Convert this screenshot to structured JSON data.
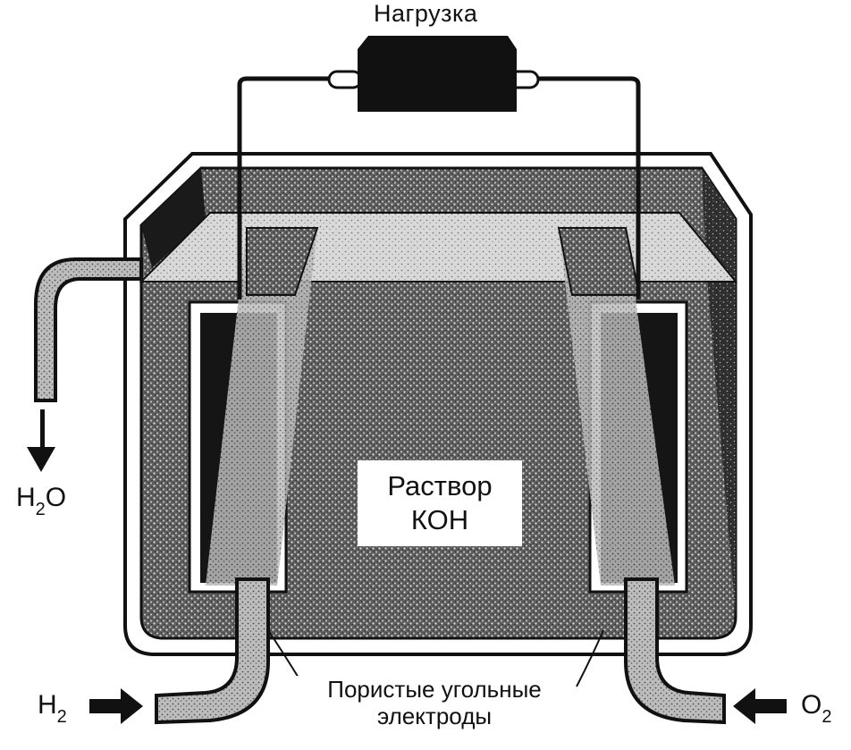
{
  "labels": {
    "load": "Нагрузка",
    "solution_line1": "Раствор",
    "solution_line2": "КОН",
    "electrodes_line1": "Пористые угольные",
    "electrodes_line2": "электроды"
  },
  "chemicals": {
    "water": {
      "base1": "H",
      "sub": "2",
      "base2": "O"
    },
    "hydrogen": {
      "base": "H",
      "sub": "2"
    },
    "oxygen": {
      "base": "O",
      "sub": "2"
    }
  },
  "colors": {
    "ink": "#111111",
    "background": "#ffffff",
    "electrolyte_dark": "#2a2a2a",
    "electrolyte_mid": "#6a6a6a",
    "surface_light": "#d8d8d8"
  }
}
